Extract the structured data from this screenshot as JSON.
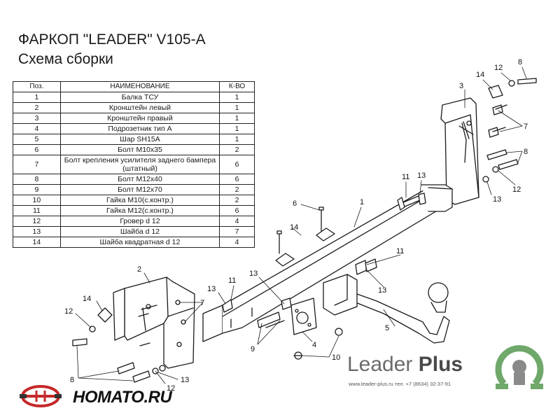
{
  "header": {
    "title": "ФАРКОП \"LEADER\" V105-A",
    "subtitle": "Схема сборки"
  },
  "parts_table": {
    "columns": [
      "Поз.",
      "НАИМЕНОВАНИЕ",
      "К-ВО"
    ],
    "rows": [
      {
        "pos": "1",
        "name": "Балка ТСУ",
        "qty": "1"
      },
      {
        "pos": "2",
        "name": "Кронштейн левый",
        "qty": "1"
      },
      {
        "pos": "3",
        "name": "Кронштейн правый",
        "qty": "1"
      },
      {
        "pos": "4",
        "name": "Подрозетник тип А",
        "qty": "1"
      },
      {
        "pos": "5",
        "name": "Шар SH15A",
        "qty": "1"
      },
      {
        "pos": "6",
        "name": "Болт М10х35",
        "qty": "2"
      },
      {
        "pos": "7",
        "name": "Болт крепления усилителя заднего бампера (штатный)",
        "qty": "6"
      },
      {
        "pos": "8",
        "name": "Болт М12х40",
        "qty": "6"
      },
      {
        "pos": "9",
        "name": "Болт М12х70",
        "qty": "2"
      },
      {
        "pos": "10",
        "name": "Гайка  М10(с.контр.)",
        "qty": "2"
      },
      {
        "pos": "11",
        "name": "Гайка М12(с.контр.)",
        "qty": "6"
      },
      {
        "pos": "12",
        "name": "Гровер d 12",
        "qty": "4"
      },
      {
        "pos": "13",
        "name": "Шайба d 12",
        "qty": "7"
      },
      {
        "pos": "14",
        "name": "Шайба квадратная d 12",
        "qty": "4"
      }
    ]
  },
  "callouts": [
    {
      "id": "c3",
      "label": "3"
    },
    {
      "id": "c14a",
      "label": "14"
    },
    {
      "id": "c12a",
      "label": "12"
    },
    {
      "id": "c8a",
      "label": "8"
    },
    {
      "id": "c7a",
      "label": "7"
    },
    {
      "id": "c8b",
      "label": "8"
    },
    {
      "id": "c12b",
      "label": "12"
    },
    {
      "id": "c13a",
      "label": "13"
    },
    {
      "id": "c11a",
      "label": "11"
    },
    {
      "id": "c13b",
      "label": "13"
    },
    {
      "id": "c1",
      "label": "1"
    },
    {
      "id": "c6",
      "label": "6"
    },
    {
      "id": "c14b",
      "label": "14"
    },
    {
      "id": "c11b",
      "label": "11"
    },
    {
      "id": "c13c",
      "label": "13"
    },
    {
      "id": "c2",
      "label": "2"
    },
    {
      "id": "c7b",
      "label": "7"
    },
    {
      "id": "c14c",
      "label": "14"
    },
    {
      "id": "c12c",
      "label": "12"
    },
    {
      "id": "c13d",
      "label": "13"
    },
    {
      "id": "c11c",
      "label": "11"
    },
    {
      "id": "c13e",
      "label": "13"
    },
    {
      "id": "c5",
      "label": "5"
    },
    {
      "id": "c9",
      "label": "9"
    },
    {
      "id": "c4",
      "label": "4"
    },
    {
      "id": "c10",
      "label": "10"
    },
    {
      "id": "c8c",
      "label": "8"
    },
    {
      "id": "c13f",
      "label": "13"
    },
    {
      "id": "c12d",
      "label": "12"
    }
  ],
  "brands": {
    "left_name": "HOMATO.RU",
    "right_name_part1": "Leader ",
    "right_name_part2": "Plus",
    "right_contact": "www.leader-plus.ru    тел. +7 (8634) 32-37-91",
    "colors": {
      "green": "#6fa86a",
      "dark_red": "#c62828",
      "grey": "#6b6b6b"
    }
  }
}
